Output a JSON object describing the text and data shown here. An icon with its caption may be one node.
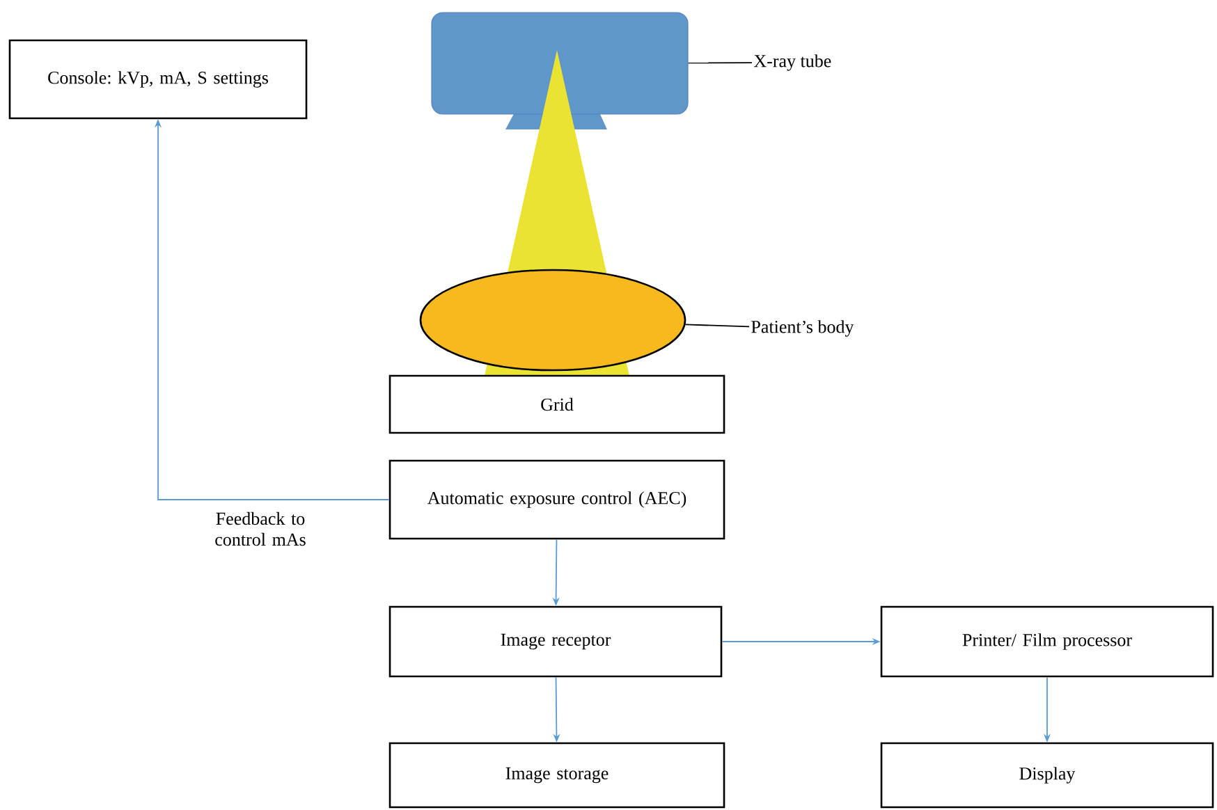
{
  "diagram": {
    "nodes": [
      {
        "text": [
          "Console: kVp, mA, S settings"
        ]
      },
      {
        "text": [
          "X-ray tube"
        ]
      },
      {
        "text": [],
        "shape": "box"
      },
      {
        "text": [
          "Patient’s body"
        ]
      },
      {
        "text": [],
        "shape": "ellipse"
      },
      {
        "text": [
          "Grid"
        ]
      },
      {
        "text": [
          "Automatic exposure control (AEC)"
        ]
      },
      {
        "text": [
          "Image receptor"
        ]
      },
      {
        "text": [
          "Printer/ Film processor"
        ]
      },
      {
        "text": [
          "Image storage"
        ]
      },
      {
        "text": [
          "Display"
        ]
      }
    ],
    "edges": [
      {
        "from": 6,
        "to": 0,
        "arrow": "to",
        "label": "Feedback to control mAs"
      },
      {
        "from": 1,
        "to": 2,
        "arrow": "none",
        "color": "#000000"
      },
      {
        "from": 3,
        "to": 4,
        "arrow": "none",
        "color": "#000000"
      },
      {
        "from": 6,
        "to": 7,
        "arrow": "to"
      },
      {
        "from": 7,
        "to": 8,
        "arrow": "to"
      },
      {
        "from": 7,
        "to": 9,
        "arrow": "to"
      },
      {
        "from": 8,
        "to": 10,
        "arrow": "to"
      }
    ]
  }
}
